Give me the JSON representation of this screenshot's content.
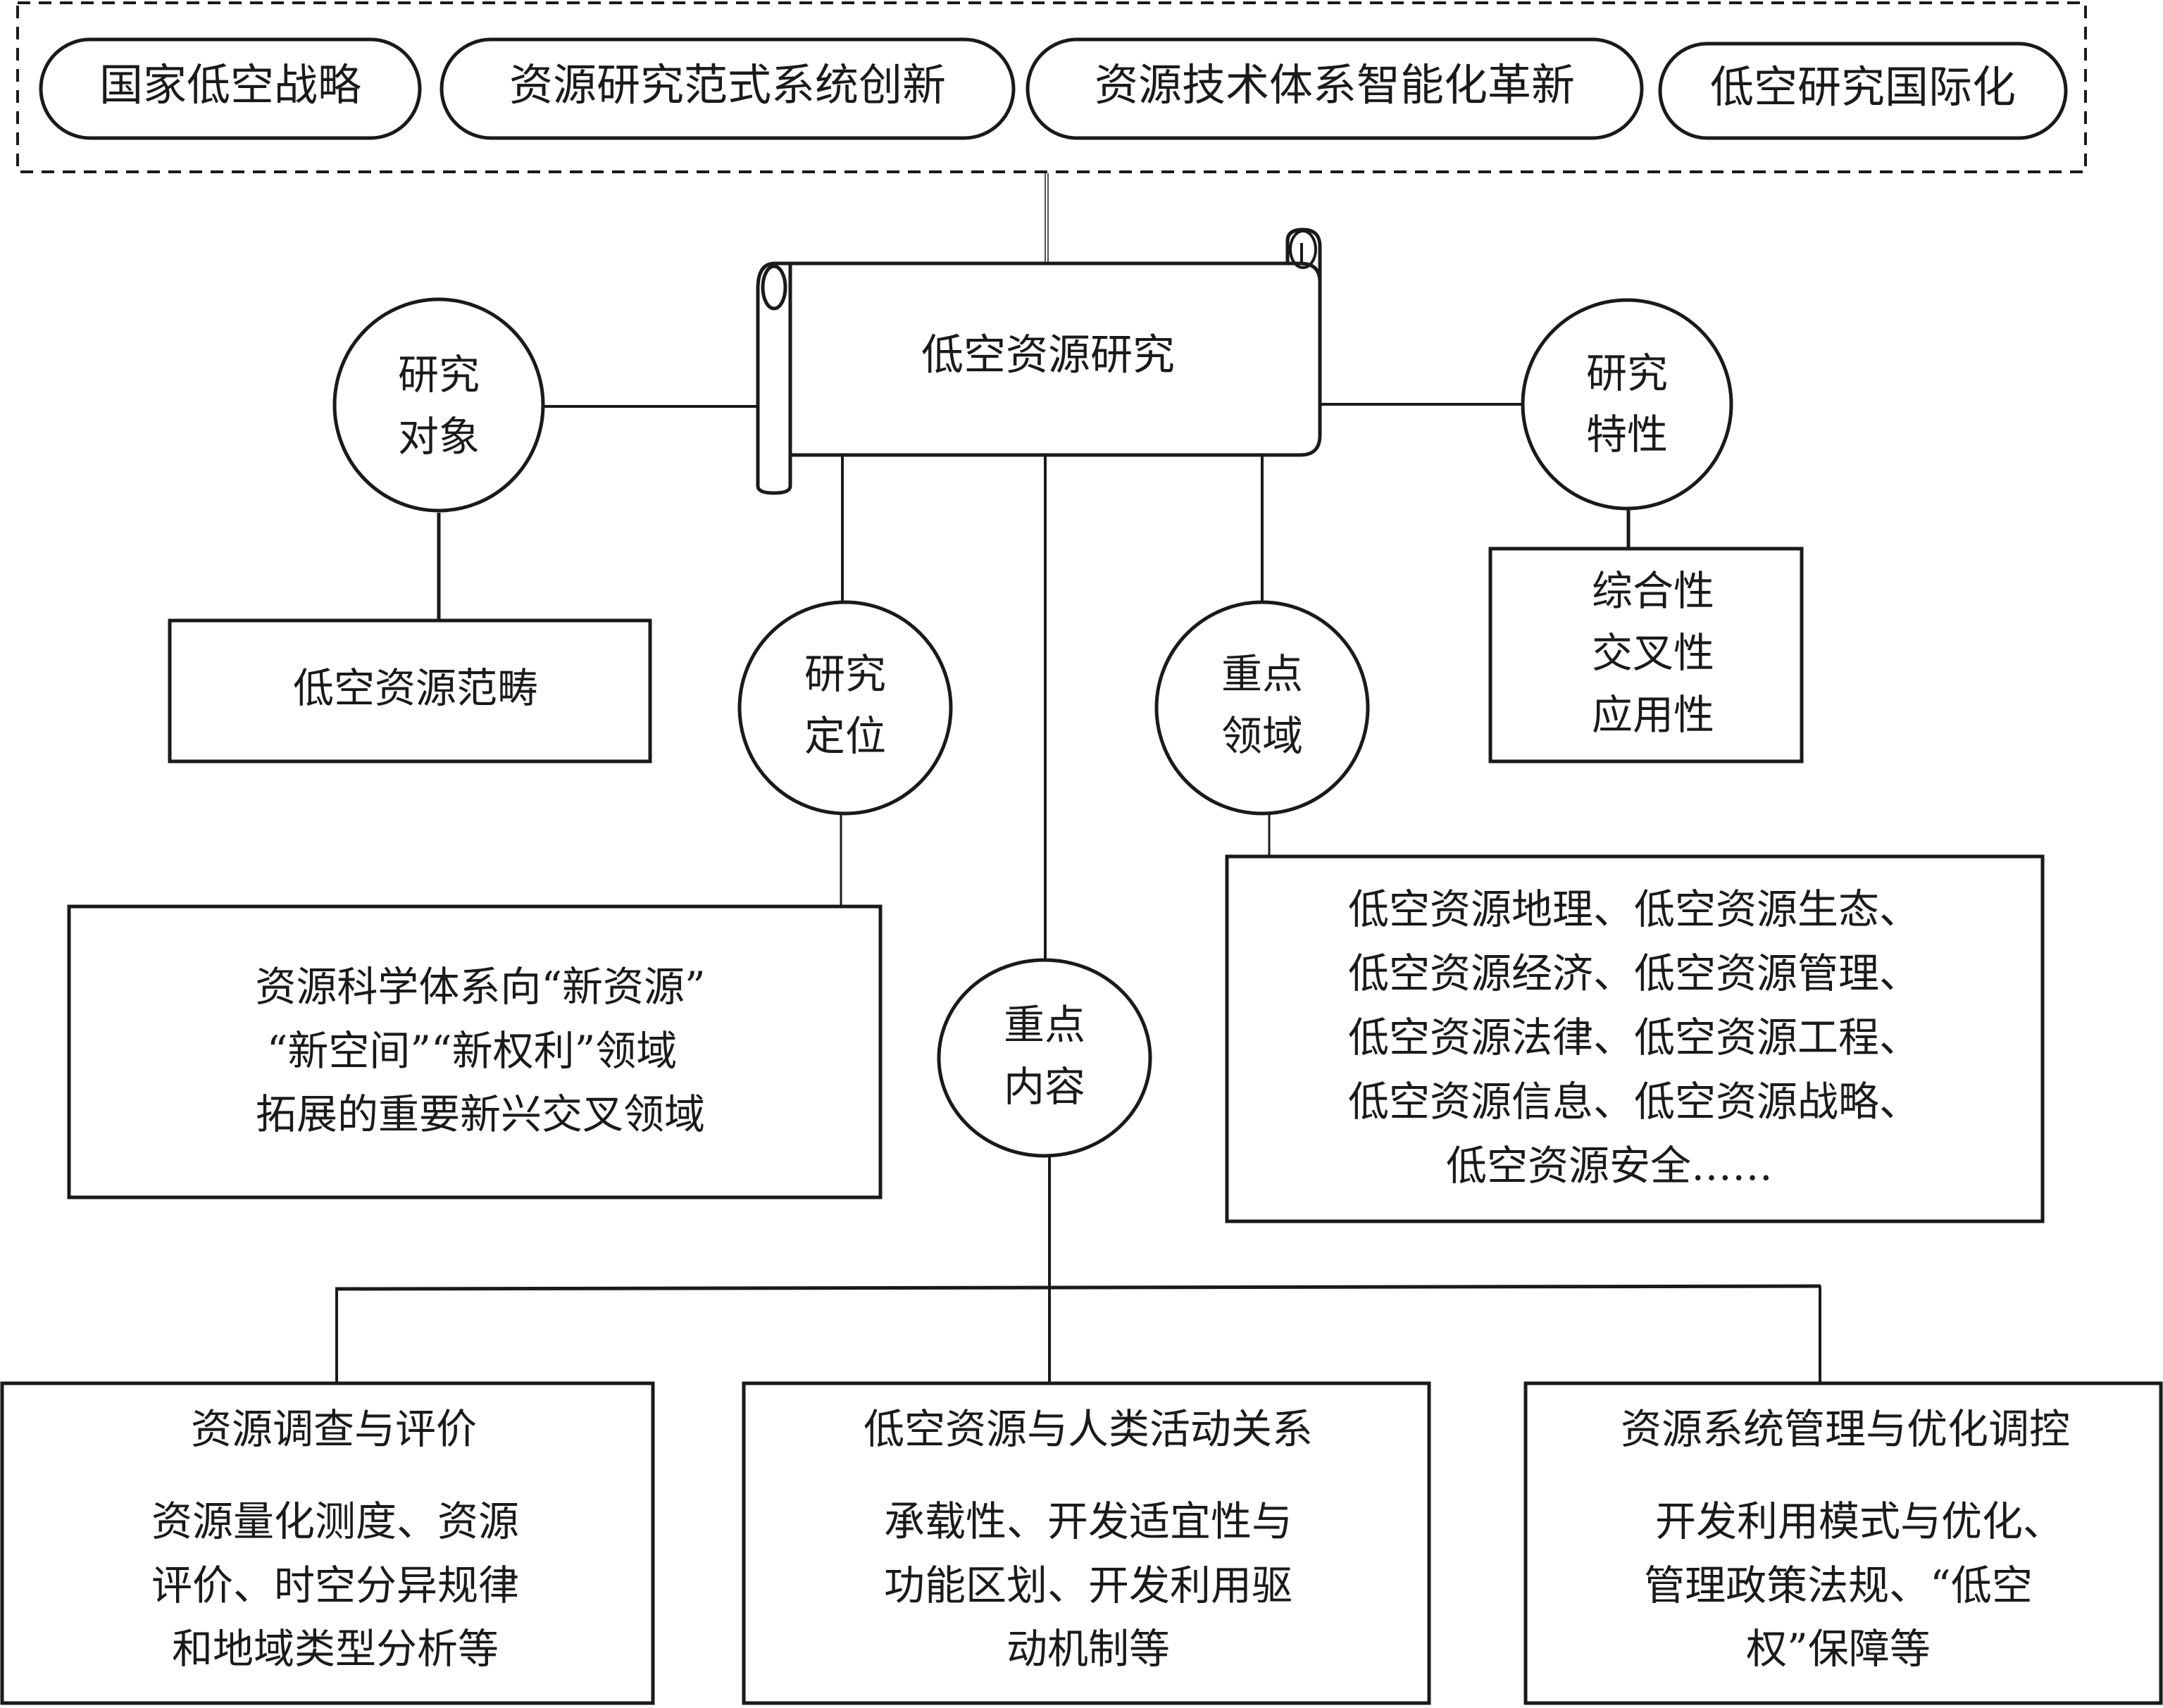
{
  "diagram": {
    "drivers": [
      {
        "id": "national-strategy",
        "label": "国家低空战略"
      },
      {
        "id": "paradigm-innovation",
        "label": "资源研究范式系统创新"
      },
      {
        "id": "tech-innovation",
        "label": "资源技术体系智能化革新"
      },
      {
        "id": "internationalization",
        "label": "低空研究国际化"
      }
    ],
    "center": {
      "label": "低空资源研究"
    },
    "nodes": {
      "object": {
        "lines": [
          "研究",
          "对象"
        ]
      },
      "traits": {
        "lines": [
          "研究",
          "特性"
        ]
      },
      "positioning": {
        "lines": [
          "研究",
          "定位"
        ]
      },
      "key_fields": {
        "lines": [
          "重点",
          "领域"
        ]
      },
      "key_content": {
        "lines": [
          "重点",
          "内容"
        ]
      }
    },
    "details": {
      "object": {
        "lines": [
          "低空资源范畴"
        ]
      },
      "traits": {
        "lines": [
          "综合性",
          "交叉性",
          "应用性"
        ]
      },
      "positioning": {
        "lines": [
          "资源科学体系向“新资源”",
          "“新空间”“新权利”领域",
          "拓展的重要新兴交叉领域"
        ]
      },
      "key_fields": {
        "lines": [
          "低空资源地理、低空资源生态、",
          "低空资源经济、低空资源管理、",
          "低空资源法律、低空资源工程、",
          "低空资源信息、低空资源战略、",
          "低空资源安全……"
        ]
      }
    },
    "content_areas": [
      {
        "title": "资源调查与评价",
        "lines": [
          "资源量化测度、资源",
          "评价、时空分异规律",
          "和地域类型分析等"
        ]
      },
      {
        "title": "低空资源与人类活动关系",
        "lines": [
          "承载性、开发适宜性与",
          "功能区划、开发利用驱",
          "动机制等"
        ]
      },
      {
        "title": "资源系统管理与优化调控",
        "lines": [
          " 开发利用模式与优化、",
          "管理政策法规、“低空",
          "权”保障等"
        ]
      }
    ]
  }
}
